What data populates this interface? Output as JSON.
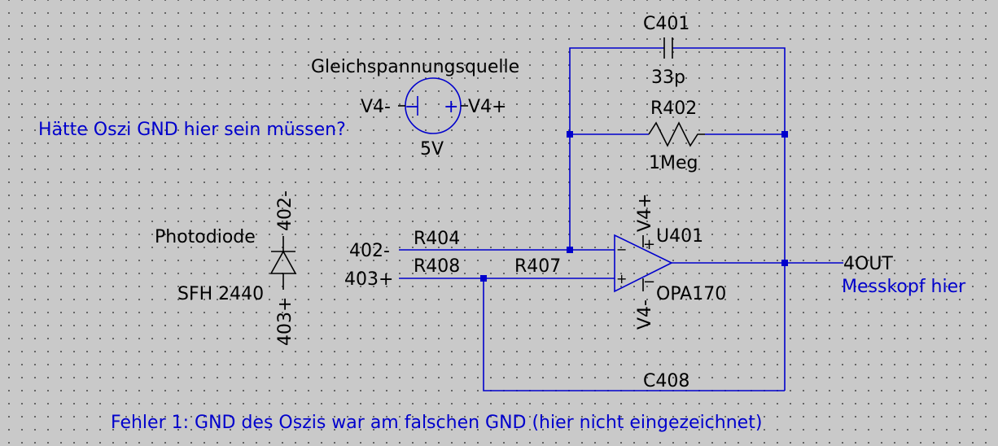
{
  "components": {
    "c401": {
      "name": "C401",
      "value": "33p"
    },
    "source": {
      "label": "Gleichspannungsquelle",
      "value": "5V",
      "minus": "V4-",
      "plus": "V4+",
      "minus_sym": "−",
      "plus_sym": "+"
    },
    "r402": {
      "name": "R402",
      "value": "1Meg"
    },
    "r404": {
      "name": "R404"
    },
    "r408": {
      "name": "R408"
    },
    "r407": {
      "name": "R407"
    },
    "c408": {
      "name": "C408"
    },
    "opamp": {
      "name": "U401",
      "model": "OPA170",
      "supply_pos": "V4+",
      "supply_neg": "V4-",
      "in_minus": "−",
      "in_plus": "+",
      "pwr_pos": "+",
      "pwr_neg": "−"
    },
    "photodiode": {
      "label": "Photodiode",
      "model": "SFH 2440",
      "top_net": "402-",
      "bottom_net": "403+"
    }
  },
  "nets": {
    "in_minus": "402-",
    "in_plus": "403+",
    "output": "4OUT"
  },
  "notes": {
    "oszi_gnd": "Hätte Oszi GND hier sein müssen?",
    "probe": "Messkopf hier",
    "error": "Fehler 1: GND des Oszis war am falschen GND (hier nicht eingezeichnet)"
  },
  "colors": {
    "wire": "#0000cc",
    "component": "#000000",
    "note": "#0000cc",
    "background": "#c9c9c9"
  }
}
